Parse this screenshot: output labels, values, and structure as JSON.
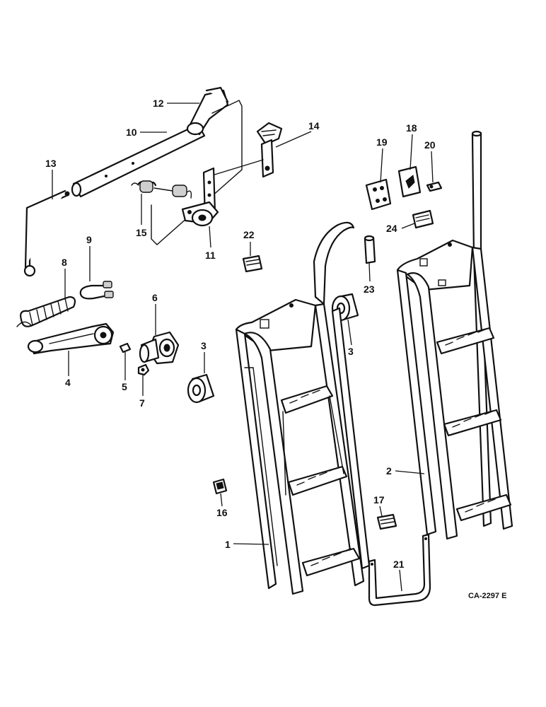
{
  "diagram": {
    "drawing_code": "CA-2297 E",
    "callouts": [
      "1",
      "2",
      "3",
      "3",
      "4",
      "5",
      "6",
      "7",
      "8",
      "9",
      "10",
      "11",
      "12",
      "13",
      "14",
      "15",
      "16",
      "17",
      "18",
      "19",
      "20",
      "21",
      "22",
      "23",
      "24"
    ]
  }
}
